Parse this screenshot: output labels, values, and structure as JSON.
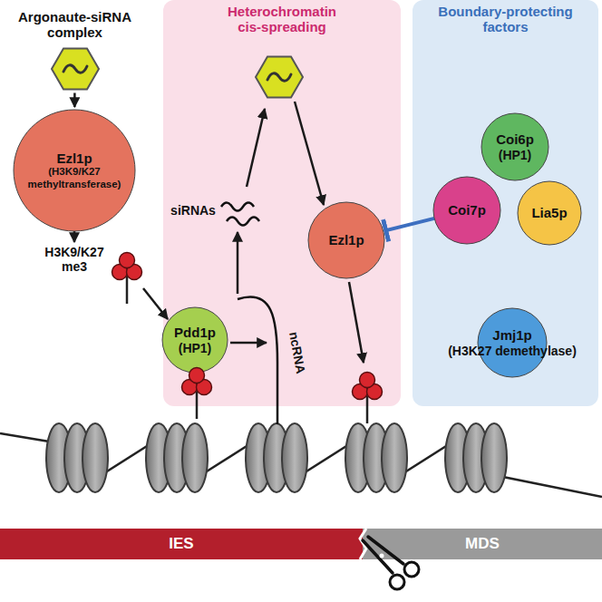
{
  "diagram": {
    "nodes": [
      {
        "text": [
          "Argonaute-siRNA complex"
        ]
      },
      {
        "text": [
          "Ezl1p",
          "(H3K9/K27 methyltransferase)"
        ]
      },
      {
        "text": [
          "Heterochromatin cis-spreading"
        ]
      },
      {
        "text": [
          "Ezl1p"
        ],
        "in": 2
      },
      {
        "text": [
          "Pdd1p",
          "(HP1)"
        ],
        "in": 2
      },
      {
        "text": [
          "Boundary-protecting factors"
        ]
      },
      {
        "text": [
          "Coi6p",
          "(HP1)"
        ],
        "in": 5
      },
      {
        "text": [
          "Coi7p"
        ],
        "in": 5
      },
      {
        "text": [
          "Lia5p"
        ],
        "in": 5
      },
      {
        "text": [
          "Jmj1p",
          "(H3K27 demethylase)"
        ],
        "in": 5
      },
      {
        "text": [
          "IES"
        ]
      },
      {
        "text": [
          "MDS"
        ]
      }
    ],
    "edges": [
      {
        "from": 0,
        "to": 1,
        "arrow": "to"
      },
      {
        "from": 7,
        "to": 3,
        "arrow": "to"
      }
    ],
    "labels": [
      "H3K9/K27 me3",
      "siRNAs",
      "ncRNA"
    ]
  }
}
